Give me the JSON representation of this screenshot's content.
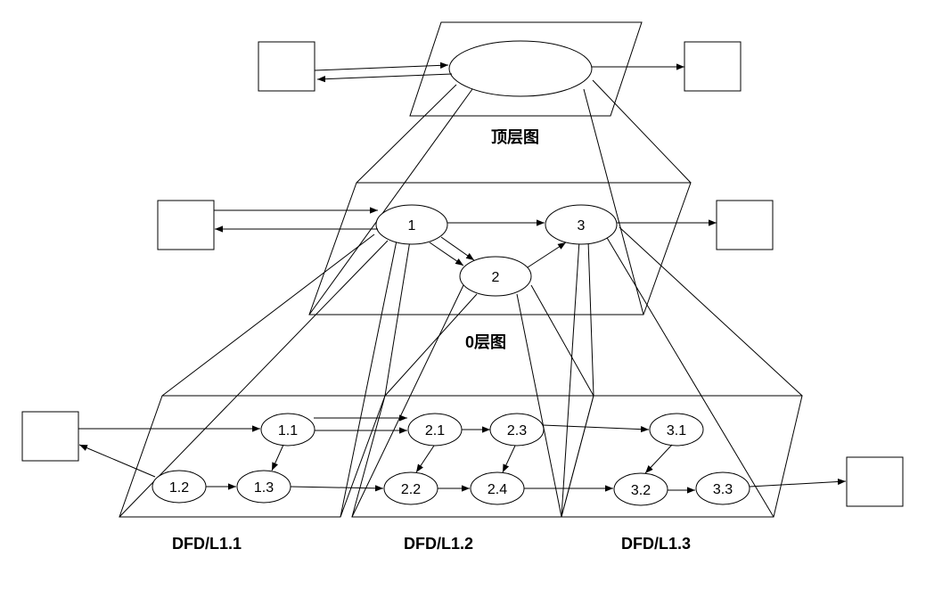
{
  "top_layer": {
    "title": "顶层图",
    "process_label": ""
  },
  "level0": {
    "title": "0层图",
    "processes": [
      "1",
      "2",
      "3"
    ]
  },
  "level1": {
    "titles": [
      "DFD/L1.1",
      "DFD/L1.2",
      "DFD/L1.3"
    ],
    "processes_1": [
      "1.1",
      "1.2",
      "1.3"
    ],
    "processes_2": [
      "2.1",
      "2.2",
      "2.3",
      "2.4"
    ],
    "processes_3": [
      "3.1",
      "3.2",
      "3.3"
    ]
  },
  "colors": {
    "stroke": "#000000",
    "background": "#ffffff"
  }
}
